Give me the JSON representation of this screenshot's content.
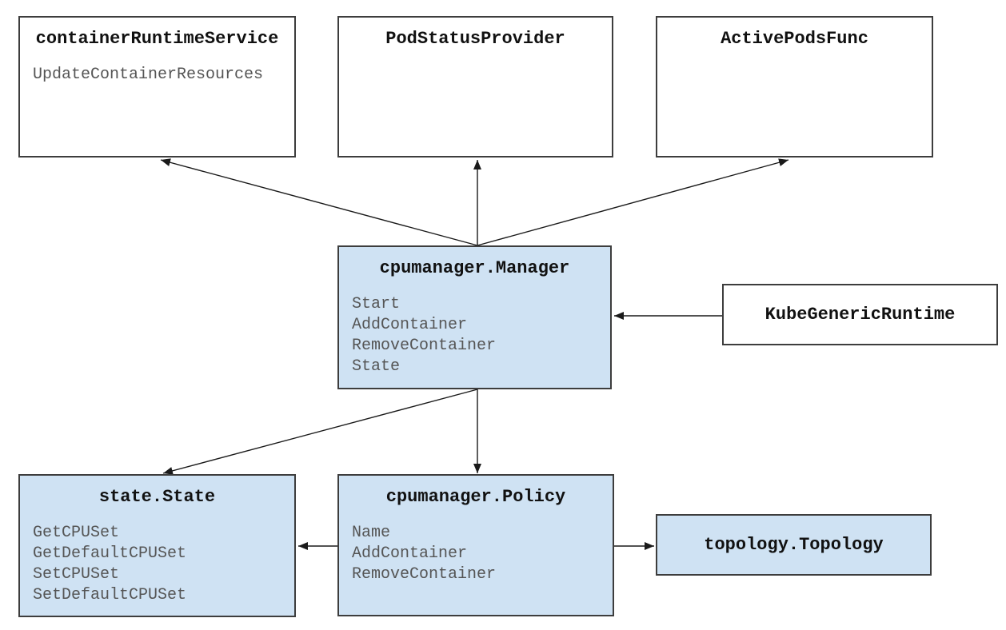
{
  "diagram": {
    "description": "CPU manager architecture diagram",
    "colors": {
      "box_fill_highlight": "#cfe2f3",
      "box_fill_plain": "#ffffff",
      "border": "#3d3d3d",
      "method_text": "#555555",
      "arrow": "#1a1a1a"
    },
    "boxes": [
      {
        "id": "container-runtime-service",
        "title": "containerRuntimeService",
        "methods": [
          "UpdateContainerResources"
        ],
        "highlighted": false
      },
      {
        "id": "pod-status-provider",
        "title": "PodStatusProvider",
        "methods": [],
        "highlighted": false
      },
      {
        "id": "active-pods-func",
        "title": "ActivePodsFunc",
        "methods": [],
        "highlighted": false
      },
      {
        "id": "cpumanager-manager",
        "title": "cpumanager.Manager",
        "methods": [
          "Start",
          "AddContainer",
          "RemoveContainer",
          "State"
        ],
        "highlighted": true
      },
      {
        "id": "kube-generic-runtime",
        "title": "KubeGenericRuntime",
        "methods": [],
        "highlighted": false
      },
      {
        "id": "state-state",
        "title": "state.State",
        "methods": [
          "GetCPUSet",
          "GetDefaultCPUSet",
          "SetCPUSet",
          "SetDefaultCPUSet"
        ],
        "highlighted": true
      },
      {
        "id": "cpumanager-policy",
        "title": "cpumanager.Policy",
        "methods": [
          "Name",
          "AddContainer",
          "RemoveContainer"
        ],
        "highlighted": true
      },
      {
        "id": "topology-topology",
        "title": "topology.Topology",
        "methods": [],
        "highlighted": true
      }
    ],
    "edges": [
      {
        "from": "cpumanager-manager",
        "to": "container-runtime-service"
      },
      {
        "from": "cpumanager-manager",
        "to": "pod-status-provider"
      },
      {
        "from": "cpumanager-manager",
        "to": "active-pods-func"
      },
      {
        "from": "kube-generic-runtime",
        "to": "cpumanager-manager"
      },
      {
        "from": "cpumanager-manager",
        "to": "state-state"
      },
      {
        "from": "cpumanager-manager",
        "to": "cpumanager-policy"
      },
      {
        "from": "cpumanager-policy",
        "to": "state-state"
      },
      {
        "from": "cpumanager-policy",
        "to": "topology-topology"
      }
    ]
  }
}
